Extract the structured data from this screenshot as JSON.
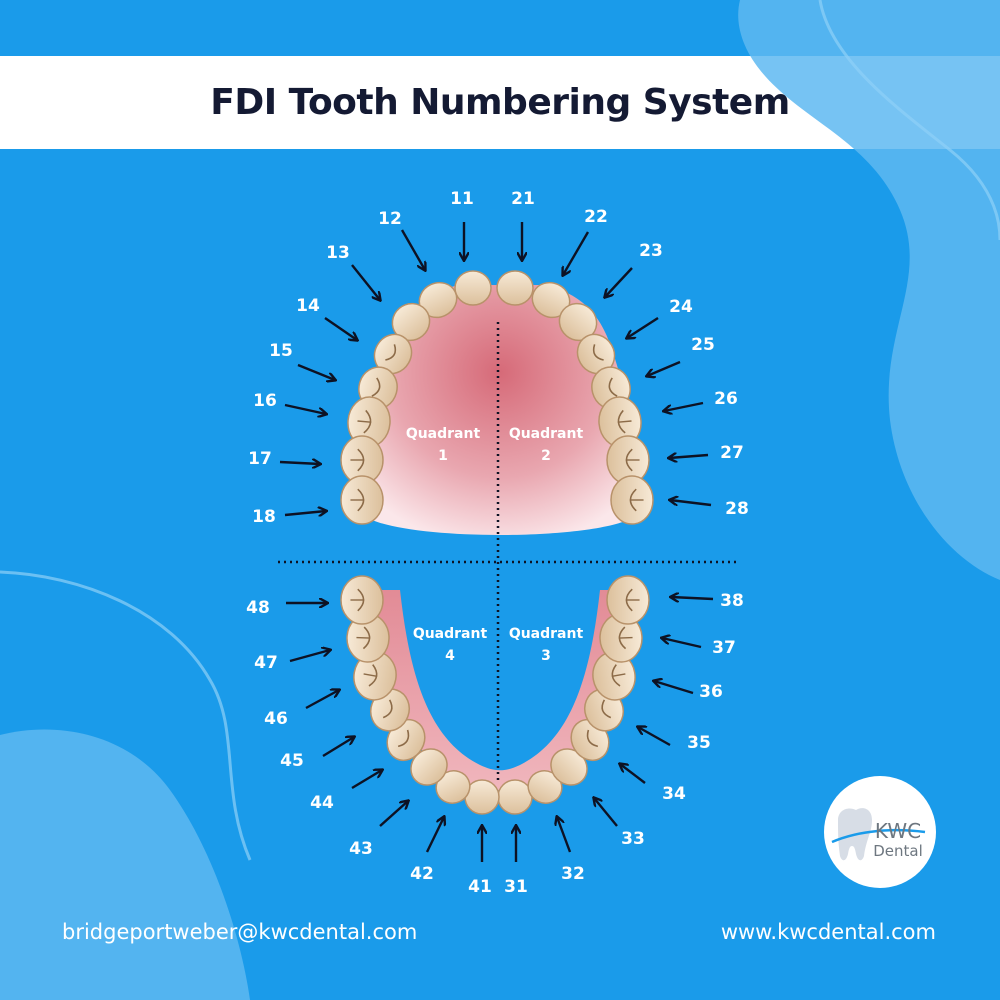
{
  "title": "FDI Tooth Numbering System",
  "footer": {
    "email": "bridgeportweber@kwcdental.com",
    "website": "www.kwcdental.com"
  },
  "logo": {
    "line1": "KWC",
    "line2": "Dental"
  },
  "quadrants": {
    "q1": {
      "word": "Quadrant",
      "number": "1"
    },
    "q2": {
      "word": "Quadrant",
      "number": "2"
    },
    "q3": {
      "word": "Quadrant",
      "number": "3"
    },
    "q4": {
      "word": "Quadrant",
      "number": "4"
    }
  },
  "teeth_labels": {
    "upper_right": [
      "11",
      "12",
      "13",
      "14",
      "15",
      "16",
      "17",
      "18"
    ],
    "upper_left": [
      "21",
      "22",
      "23",
      "24",
      "25",
      "26",
      "27",
      "28"
    ],
    "lower_left": [
      "31",
      "32",
      "33",
      "34",
      "35",
      "36",
      "37",
      "38"
    ],
    "lower_right": [
      "41",
      "42",
      "43",
      "44",
      "45",
      "46",
      "47",
      "48"
    ]
  },
  "colors": {
    "background": "#1a9bea",
    "title_text": "#141a33",
    "label_text": "#ffffff",
    "arrow": "#0d1224",
    "tooth": "#efdcc3",
    "gum": "#d97f8a"
  }
}
